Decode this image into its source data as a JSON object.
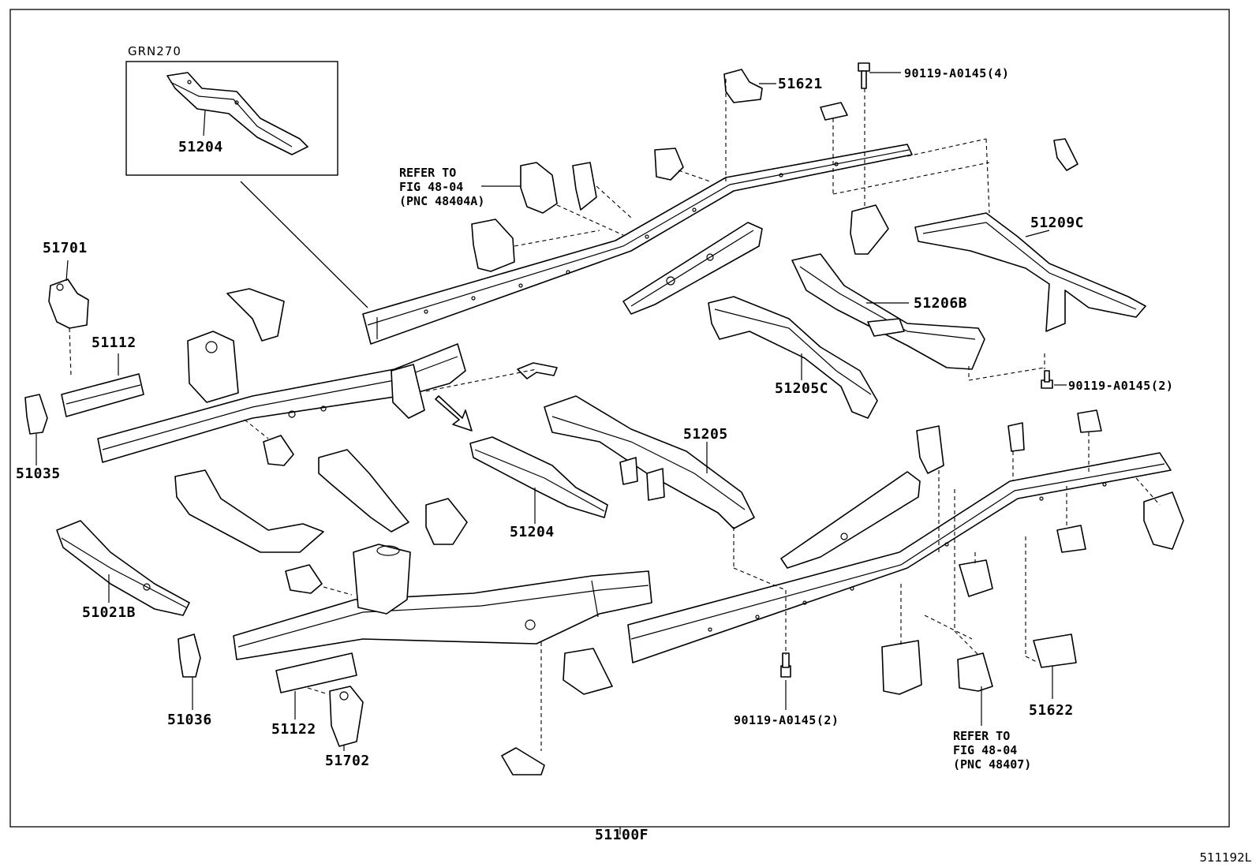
{
  "variant_tag": "GRN270",
  "assembly_label": "51100F",
  "illustration_id": "511192L",
  "parts": [
    {
      "id": "p-51204-inset",
      "text": "51204"
    },
    {
      "id": "p-51621",
      "text": "51621"
    },
    {
      "id": "p-bolt-4",
      "text": "90119-A0145(4)"
    },
    {
      "id": "p-51209c",
      "text": "51209C"
    },
    {
      "id": "p-51206b",
      "text": "51206B"
    },
    {
      "id": "p-51205c",
      "text": "51205C"
    },
    {
      "id": "p-bolt-2a",
      "text": "90119-A0145(2)"
    },
    {
      "id": "p-51701",
      "text": "51701"
    },
    {
      "id": "p-51112",
      "text": "51112"
    },
    {
      "id": "p-51035",
      "text": "51035"
    },
    {
      "id": "p-51205",
      "text": "51205"
    },
    {
      "id": "p-51204",
      "text": "51204"
    },
    {
      "id": "p-51021b",
      "text": "51021B"
    },
    {
      "id": "p-51036",
      "text": "51036"
    },
    {
      "id": "p-51122",
      "text": "51122"
    },
    {
      "id": "p-51702",
      "text": "51702"
    },
    {
      "id": "p-bolt-2b",
      "text": "90119-A0145(2)"
    },
    {
      "id": "p-51622",
      "text": "51622"
    }
  ],
  "notes": [
    {
      "id": "ref-48404a",
      "lines": [
        "REFER TO",
        "FIG 48-04",
        "(PNC 48404A)"
      ]
    },
    {
      "id": "ref-48407",
      "lines": [
        "REFER TO",
        "FIG 48-04",
        "(PNC 48407)"
      ]
    }
  ]
}
